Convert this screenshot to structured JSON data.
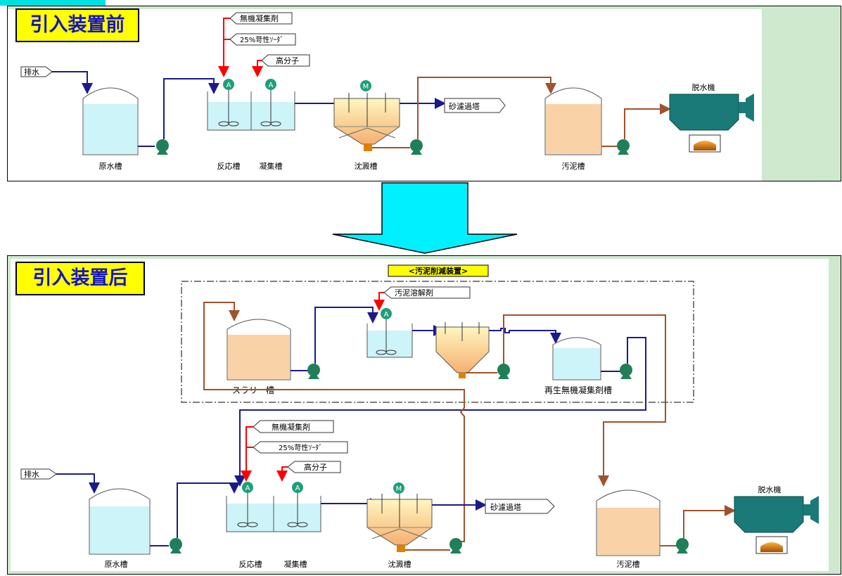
{
  "header_fragment": "",
  "top_panel": {
    "title": "引入装置前",
    "tanks": {
      "raw_water": "原水槽",
      "reaction": "反応槽",
      "coagulation": "凝集槽",
      "sedimentation": "沈澱槽",
      "sludge": "汚泥槽",
      "dewater": "脱水機"
    },
    "tags": {
      "drain": "排水",
      "inorganic": "無機凝集剤",
      "soda": "25%苛性ｿｰﾀﾞ",
      "polymer": "高分子",
      "sand_filter": "砂濾過塔"
    }
  },
  "bottom_panel": {
    "title": "引入装置后",
    "reduction_title": "<汚泥削減装置>",
    "tanks": {
      "slurry": "スラリー槽",
      "regen": "再生無機凝集剤槽",
      "raw_water": "原水槽",
      "reaction": "反応槽",
      "coagulation": "凝集槽",
      "sedimentation": "沈澱槽",
      "sludge": "汚泥槽",
      "dewater": "脱水機"
    },
    "tags": {
      "dissolve": "汚泥溶解剤",
      "drain": "排水",
      "inorganic": "無機凝集剤",
      "soda": "25%苛性ｿｰﾀﾞ",
      "polymer": "高分子",
      "sand_filter": "砂濾過塔"
    }
  },
  "symbols": {
    "agitator": "A",
    "motor": "M"
  },
  "colors": {
    "water_line": "#1a1a8c",
    "sludge_line": "#a0522d",
    "chem_line": "#ff0000",
    "tank_water": "#cdf4f8",
    "tank_sludge": "#f9d2a8",
    "pump": "#1f7f5a",
    "dewater": "#1a7a78",
    "arrow": "#00f0ff",
    "title_bg": "#ffff00",
    "panel_bg": "#cfe9cf"
  }
}
